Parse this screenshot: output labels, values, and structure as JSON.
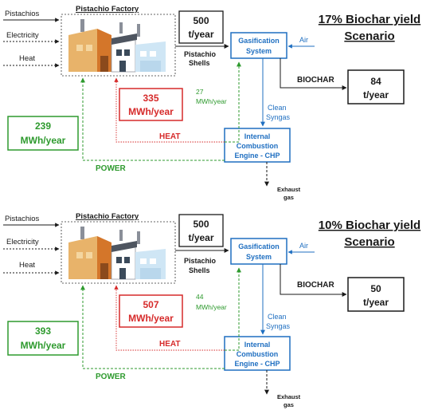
{
  "colors": {
    "black": "#1a1a1a",
    "blue": "#1f6fc1",
    "green": "#2e9a2e",
    "red": "#d62a2a",
    "dashed_gray": "#555555",
    "factory_tan": "#e8b36a",
    "factory_orange": "#d4762a",
    "factory_gray": "#8a8f99",
    "factory_light": "#cfe6f5"
  },
  "icons": [
    "factory-icon",
    "arrow-icon",
    "dashed-arrow-icon"
  ],
  "scenarios": [
    {
      "title_line1": "17% Biochar yield",
      "title_line2": "Scenario",
      "inputs": {
        "pistachios": "Pistachios",
        "electricity": "Electricity",
        "heat": "Heat"
      },
      "factory_label": "Pistachio Factory",
      "shells_box": {
        "line1": "500",
        "line2": "t/year"
      },
      "shells_label": {
        "line1": "Pistachio",
        "line2": "Shells"
      },
      "gasification": {
        "line1": "Gasification",
        "line2": "System"
      },
      "air_label": "Air",
      "biochar_label": "BIOCHAR",
      "biochar_box": {
        "line1": "84",
        "line2": "t/year"
      },
      "heat_box": {
        "line1": "335",
        "line2": "MWh/year"
      },
      "power_box": {
        "line1": "239",
        "line2": "MWh/year"
      },
      "recirc_label": {
        "line1": "27",
        "line2": "MWh/year"
      },
      "syngas_label": {
        "line1": "Clean",
        "line2": "Syngas"
      },
      "chp": {
        "line1": "Internal",
        "line2": "Combustion",
        "line3": "Engine - CHP"
      },
      "heat_label": "HEAT",
      "power_label": "POWER",
      "exhaust": {
        "line1": "Exhaust",
        "line2": "gas"
      }
    },
    {
      "title_line1": "10% Biochar yield",
      "title_line2": "Scenario",
      "inputs": {
        "pistachios": "Pistachios",
        "electricity": "Electricity",
        "heat": "Heat"
      },
      "factory_label": "Pistachio Factory",
      "shells_box": {
        "line1": "500",
        "line2": "t/year"
      },
      "shells_label": {
        "line1": "Pistachio",
        "line2": "Shells"
      },
      "gasification": {
        "line1": "Gasification",
        "line2": "System"
      },
      "air_label": "Air",
      "biochar_label": "BIOCHAR",
      "biochar_box": {
        "line1": "50",
        "line2": "t/year"
      },
      "heat_box": {
        "line1": "507",
        "line2": "MWh/year"
      },
      "power_box": {
        "line1": "393",
        "line2": "MWh/year"
      },
      "recirc_label": {
        "line1": "44",
        "line2": "MWh/year"
      },
      "syngas_label": {
        "line1": "Clean",
        "line2": "Syngas"
      },
      "chp": {
        "line1": "Internal",
        "line2": "Combustion",
        "line3": "Engine - CHP"
      },
      "heat_label": "HEAT",
      "power_label": "POWER",
      "exhaust": {
        "line1": "Exhaust",
        "line2": "gas"
      }
    }
  ]
}
